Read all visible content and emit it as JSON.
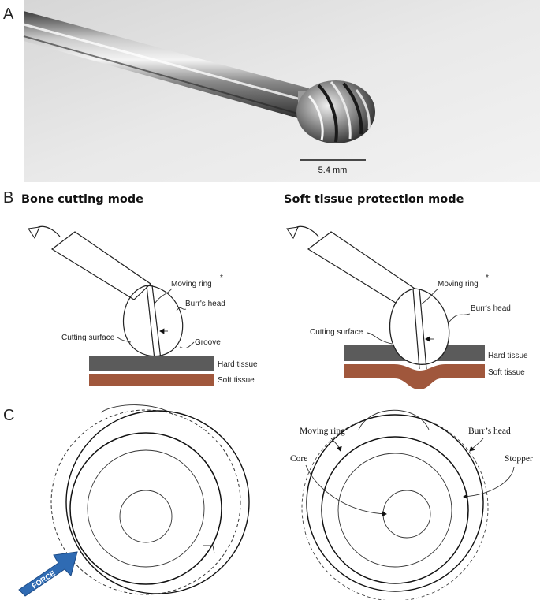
{
  "panels": {
    "a": {
      "letter": "A",
      "scale_bar_label": "5.4 mm"
    },
    "b": {
      "letter": "B",
      "left": {
        "title": "Bone cutting mode",
        "moving_ring": "Moving ring",
        "asterisk": "*",
        "burr_head": "Burr's head",
        "cutting_surface": "Cutting surface",
        "groove": "Groove",
        "hard_tissue": "Hard tissue",
        "soft_tissue": "Soft tissue"
      },
      "right": {
        "title": "Soft tissue protection mode",
        "moving_ring": "Moving ring",
        "asterisk": "*",
        "burr_head": "Burr's head",
        "cutting_surface": "Cutting surface",
        "hard_tissue": "Hard tissue",
        "soft_tissue": "Soft tissue"
      }
    },
    "c": {
      "letter": "C",
      "force_label": "FORCE",
      "right": {
        "moving_ring": "Moving ring",
        "burr_head": "Burr’s head",
        "core": "Core",
        "stopper": "Stopper"
      }
    }
  },
  "colors": {
    "hard_tissue": "#5b5b5b",
    "soft_tissue": "#a0573c",
    "force_arrow": "#2f6bb3"
  }
}
